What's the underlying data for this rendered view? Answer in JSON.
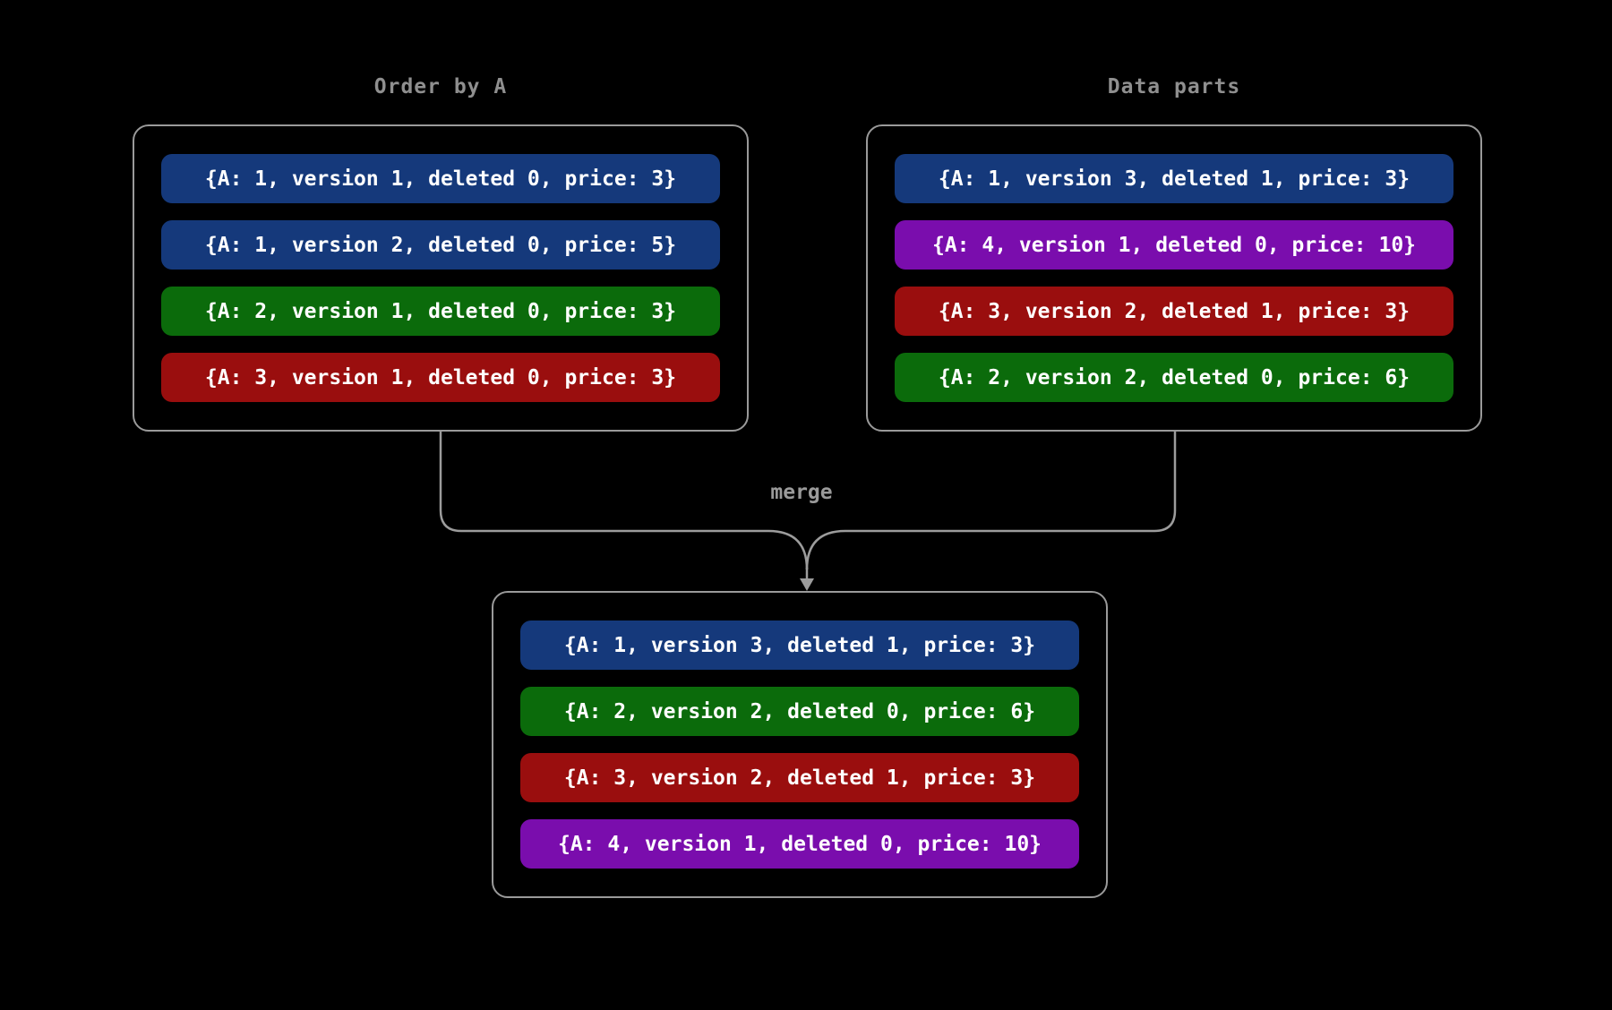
{
  "diagram": {
    "background": "#000000",
    "colors": {
      "line": "#9C9C9C",
      "box_border": "#9A9A9A",
      "title_text": "#8F8F8F",
      "row_text": "#FFFFFF",
      "blue": "#15397B",
      "green": "#0B6B0B",
      "red": "#9A0E0E",
      "purple": "#7A0DAD"
    },
    "left_panel": {
      "title": "Order by A",
      "rows": [
        {
          "text": "{A: 1, version 1, deleted 0, price: 3}",
          "bg": "#15397B"
        },
        {
          "text": "{A: 1, version 2, deleted 0, price: 5}",
          "bg": "#15397B"
        },
        {
          "text": "{A: 2, version 1, deleted 0, price: 3}",
          "bg": "#0B6B0B"
        },
        {
          "text": "{A: 3, version 1, deleted 0, price: 3}",
          "bg": "#9A0E0E"
        }
      ]
    },
    "right_panel": {
      "title": "Data parts",
      "rows": [
        {
          "text": "{A: 1, version 3, deleted 1, price: 3}",
          "bg": "#15397B"
        },
        {
          "text": "{A: 4, version 1, deleted 0, price: 10}",
          "bg": "#7A0DAD"
        },
        {
          "text": "{A: 3, version 2, deleted 1, price: 3}",
          "bg": "#9A0E0E"
        },
        {
          "text": "{A: 2, version 2, deleted 0, price: 6}",
          "bg": "#0B6B0B"
        }
      ]
    },
    "merge_label": "merge",
    "result_panel": {
      "rows": [
        {
          "text": "{A: 1, version 3, deleted 1, price: 3}",
          "bg": "#15397B"
        },
        {
          "text": "{A: 2, version 2, deleted 0, price: 6}",
          "bg": "#0B6B0B"
        },
        {
          "text": "{A: 3, version 2, deleted 1, price: 3}",
          "bg": "#9A0E0E"
        },
        {
          "text": "{A: 4, version 1, deleted 0, price: 10}",
          "bg": "#7A0DAD"
        }
      ]
    }
  }
}
